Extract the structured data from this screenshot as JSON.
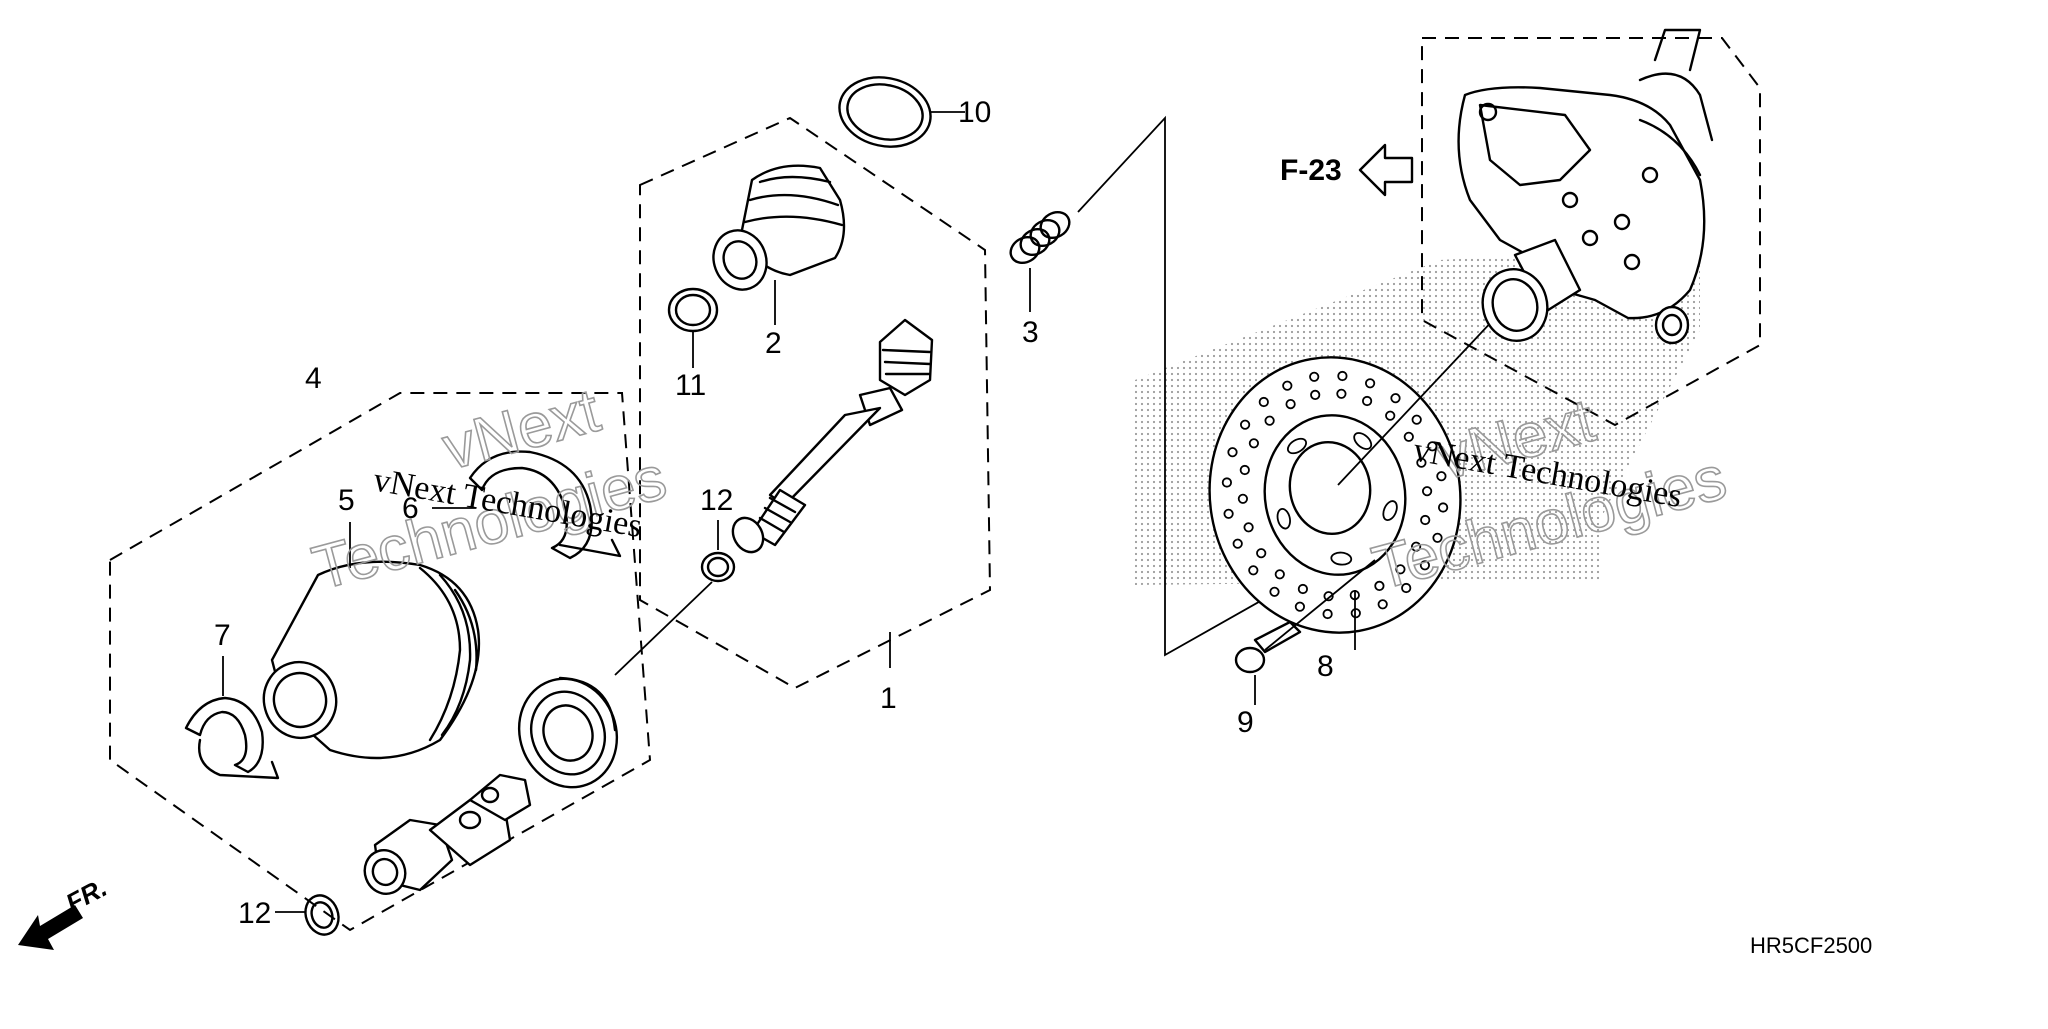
{
  "callouts": {
    "p1": "1",
    "p2": "2",
    "p3": "3",
    "p4": "4",
    "p5": "5",
    "p6": "6",
    "p7": "7",
    "p8": "8",
    "p9": "9",
    "p10": "10",
    "p11": "11",
    "p12a": "12",
    "p12b": "12"
  },
  "ref_arrow": "F-23",
  "front_arrow": "FR.",
  "diagram_code": "HR5CF2500",
  "watermark": {
    "company": "vNext Technologies",
    "outline_top": "vNext",
    "outline_bottom": "Technologies"
  }
}
